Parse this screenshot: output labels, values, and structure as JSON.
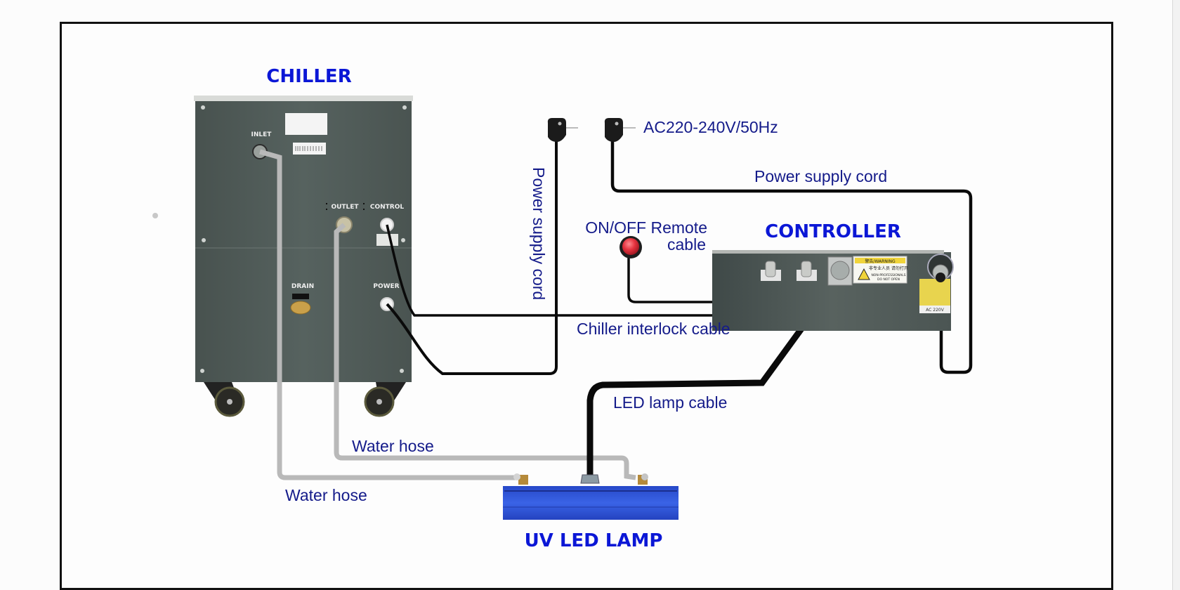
{
  "diagram": {
    "components": {
      "chiller": {
        "title": "CHILLER",
        "ports": {
          "inlet": "INLET",
          "outlet": "OUTLET",
          "control": "CONTROL",
          "drain": "DRAIN",
          "power": "POWER"
        }
      },
      "controller": {
        "title": "CONTROLLER",
        "warning_label": {
          "header": "警告/WARNING",
          "cn": "非专业人员 请勿打开",
          "en1": "NON-PROFESSIONALS",
          "en2": "DO NOT OPEN"
        },
        "rating_label": "AC 220V"
      },
      "uv_led_lamp": {
        "title": "UV LED LAMP"
      }
    },
    "labels": {
      "ac_spec": "AC220-240V/50Hz",
      "power_cord_vertical": "Power supply cord",
      "power_cord_horizontal": "Power supply cord",
      "remote_line1": "ON/OFF Remote",
      "remote_line2": "cable",
      "interlock": "Chiller interlock cable",
      "led_cable": "LED lamp cable",
      "water_hose_upper": "Water hose",
      "water_hose_lower": "Water hose"
    },
    "colors": {
      "title_blue": "#0b17d6",
      "label_navy": "#141b8a",
      "chiller_body": "#4f5a58",
      "lamp_blue": "#2a52d8",
      "hose_gray": "#b9b9b9",
      "cable_black": "#0a0a0a",
      "button_red": "#e0303c"
    }
  }
}
